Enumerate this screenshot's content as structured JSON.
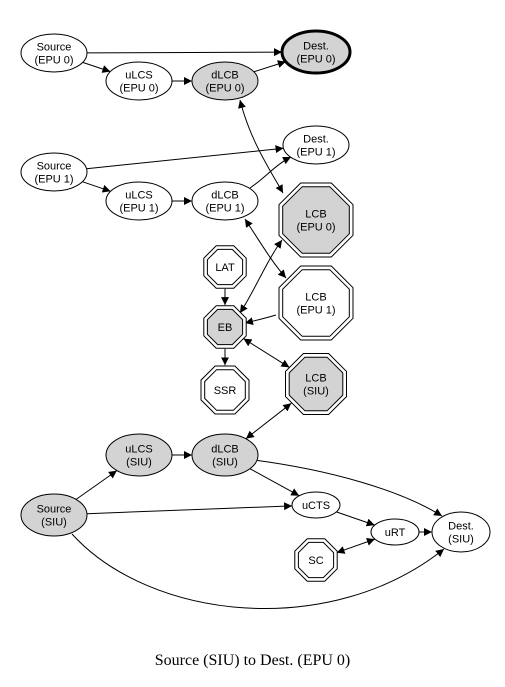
{
  "caption": "Source (SIU) to Dest. (EPU 0)",
  "nodes": {
    "src_epu0": {
      "line1": "Source",
      "line2": "(EPU 0)",
      "shape": "ellipse",
      "fill": "#ffffff"
    },
    "ulcs_epu0": {
      "line1": "uLCS",
      "line2": "(EPU 0)",
      "shape": "ellipse",
      "fill": "#ffffff"
    },
    "dlcb_epu0": {
      "line1": "dLCB",
      "line2": "(EPU 0)",
      "shape": "ellipse",
      "fill": "#d3d3d3"
    },
    "dest_epu0": {
      "line1": "Dest.",
      "line2": "(EPU 0)",
      "shape": "ellipse-bold",
      "fill": "#d3d3d3"
    },
    "src_epu1": {
      "line1": "Source",
      "line2": "(EPU 1)",
      "shape": "ellipse",
      "fill": "#ffffff"
    },
    "ulcs_epu1": {
      "line1": "uLCS",
      "line2": "(EPU 1)",
      "shape": "ellipse",
      "fill": "#ffffff"
    },
    "dlcb_epu1": {
      "line1": "dLCB",
      "line2": "(EPU 1)",
      "shape": "ellipse",
      "fill": "#ffffff"
    },
    "dest_epu1": {
      "line1": "Dest.",
      "line2": "(EPU 1)",
      "shape": "ellipse",
      "fill": "#ffffff"
    },
    "lcb_epu0": {
      "line1": "LCB",
      "line2": "(EPU 0)",
      "shape": "octagon",
      "fill": "#d3d3d3"
    },
    "lcb_epu1": {
      "line1": "LCB",
      "line2": "(EPU 1)",
      "shape": "octagon",
      "fill": "#ffffff"
    },
    "lcb_siu": {
      "line1": "LCB",
      "line2": "(SIU)",
      "shape": "octagon",
      "fill": "#d3d3d3"
    },
    "lat": {
      "line1": "LAT",
      "line2": "",
      "shape": "octagon",
      "fill": "#ffffff"
    },
    "eb": {
      "line1": "EB",
      "line2": "",
      "shape": "octagon",
      "fill": "#d3d3d3"
    },
    "ssr": {
      "line1": "SSR",
      "line2": "",
      "shape": "octagon",
      "fill": "#ffffff"
    },
    "ulcs_siu": {
      "line1": "uLCS",
      "line2": "(SIU)",
      "shape": "ellipse",
      "fill": "#d3d3d3"
    },
    "dlcb_siu": {
      "line1": "dLCB",
      "line2": "(SIU)",
      "shape": "ellipse",
      "fill": "#d3d3d3"
    },
    "src_siu": {
      "line1": "Source",
      "line2": "(SIU)",
      "shape": "ellipse",
      "fill": "#d3d3d3"
    },
    "ucts": {
      "line1": "uCTS",
      "line2": "",
      "shape": "ellipse",
      "fill": "#ffffff"
    },
    "urt": {
      "line1": "uRT",
      "line2": "",
      "shape": "ellipse",
      "fill": "#ffffff"
    },
    "sc": {
      "line1": "SC",
      "line2": "",
      "shape": "octagon",
      "fill": "#ffffff"
    },
    "dest_siu": {
      "line1": "Dest.",
      "line2": "(SIU)",
      "shape": "ellipse",
      "fill": "#ffffff"
    }
  },
  "edges": [
    {
      "from": "src_epu0",
      "to": "dest_epu0",
      "dir": "forward"
    },
    {
      "from": "src_epu0",
      "to": "ulcs_epu0",
      "dir": "forward"
    },
    {
      "from": "ulcs_epu0",
      "to": "dlcb_epu0",
      "dir": "forward"
    },
    {
      "from": "dlcb_epu0",
      "to": "dest_epu0",
      "dir": "forward"
    },
    {
      "from": "dlcb_epu0",
      "to": "lcb_epu0",
      "dir": "both"
    },
    {
      "from": "src_epu1",
      "to": "dest_epu1",
      "dir": "forward"
    },
    {
      "from": "src_epu1",
      "to": "ulcs_epu1",
      "dir": "forward"
    },
    {
      "from": "ulcs_epu1",
      "to": "dlcb_epu1",
      "dir": "forward"
    },
    {
      "from": "dlcb_epu1",
      "to": "dest_epu1",
      "dir": "forward"
    },
    {
      "from": "dlcb_epu1",
      "to": "lcb_epu1",
      "dir": "both"
    },
    {
      "from": "lat",
      "to": "eb",
      "dir": "forward"
    },
    {
      "from": "eb",
      "to": "lcb_epu0",
      "dir": "both"
    },
    {
      "from": "eb",
      "to": "lcb_epu1",
      "dir": "back"
    },
    {
      "from": "eb",
      "to": "ssr",
      "dir": "forward"
    },
    {
      "from": "eb",
      "to": "lcb_siu",
      "dir": "both"
    },
    {
      "from": "src_siu",
      "to": "ulcs_siu",
      "dir": "forward"
    },
    {
      "from": "ulcs_siu",
      "to": "dlcb_siu",
      "dir": "forward"
    },
    {
      "from": "dlcb_siu",
      "to": "lcb_siu",
      "dir": "both"
    },
    {
      "from": "dlcb_siu",
      "to": "ucts",
      "dir": "forward"
    },
    {
      "from": "dlcb_siu",
      "to": "dest_siu",
      "dir": "forward"
    },
    {
      "from": "src_siu",
      "to": "ucts",
      "dir": "forward"
    },
    {
      "from": "ucts",
      "to": "urt",
      "dir": "forward"
    },
    {
      "from": "sc",
      "to": "urt",
      "dir": "both"
    },
    {
      "from": "urt",
      "to": "dest_siu",
      "dir": "forward"
    },
    {
      "from": "src_siu",
      "to": "dest_siu",
      "dir": "forward"
    }
  ]
}
